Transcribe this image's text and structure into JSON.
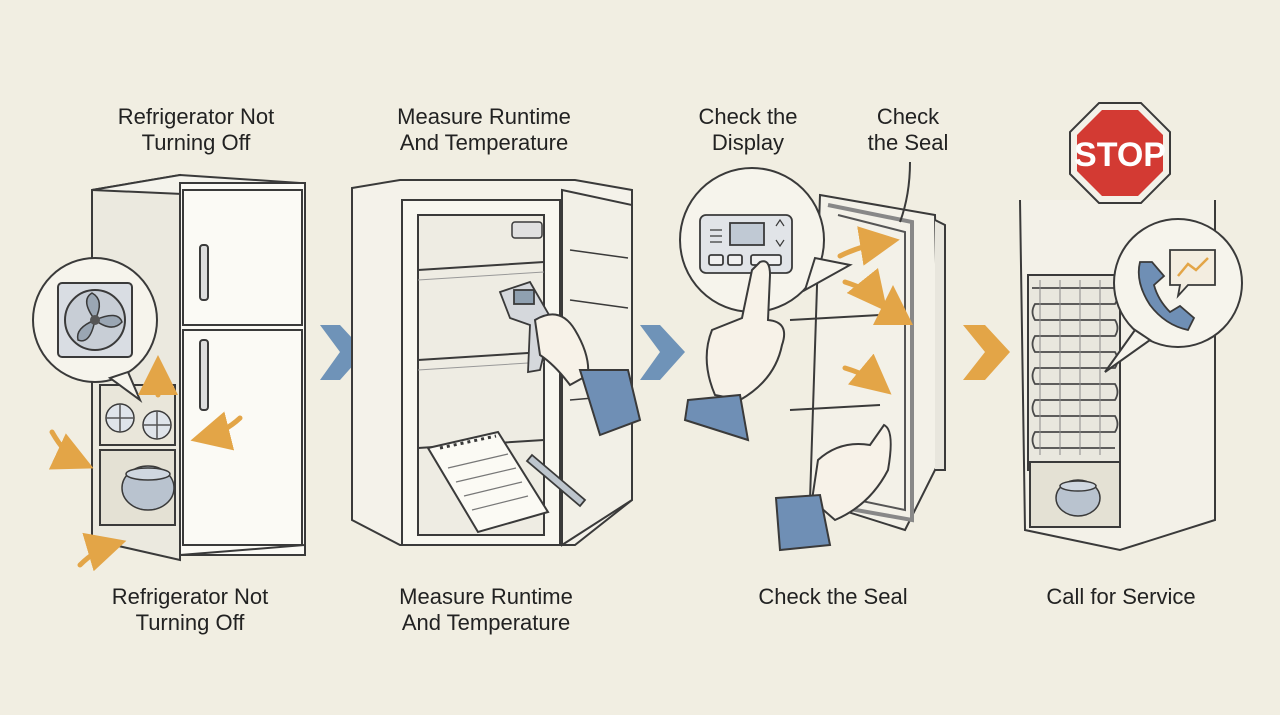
{
  "steps": [
    {
      "top_label": [
        "Refrigerator Not",
        "Turning Off"
      ],
      "bottom_label": [
        "Refrigerator Not",
        "Turning Off"
      ]
    },
    {
      "top_label": [
        "Measure Runtime",
        "And Temperature"
      ],
      "bottom_label": [
        "Measure Runtime",
        "And Temperature"
      ]
    },
    {
      "top_label_display": [
        "Check the",
        "Display"
      ],
      "top_label_seal": [
        "Check",
        "the Seal"
      ],
      "bottom_label": [
        "Check the Seal"
      ]
    },
    {
      "sign_text": "STOP",
      "bottom_label": [
        "Call for Service"
      ]
    }
  ],
  "colors": {
    "background": "#f1eee2",
    "line": "#3a3a3a",
    "blue_arrow": "#6f93b8",
    "orange_arrow": "#e3a547",
    "stop_red": "#d33a33",
    "sleeve": "#6f8fb5"
  },
  "icons": [
    "fan-icon",
    "compressor-icon",
    "thermometer-gun-icon",
    "notepad-icon",
    "pen-icon",
    "thermostat-icon",
    "phone-icon",
    "chat-icon",
    "stop-sign-icon",
    "condenser-coil-icon"
  ]
}
